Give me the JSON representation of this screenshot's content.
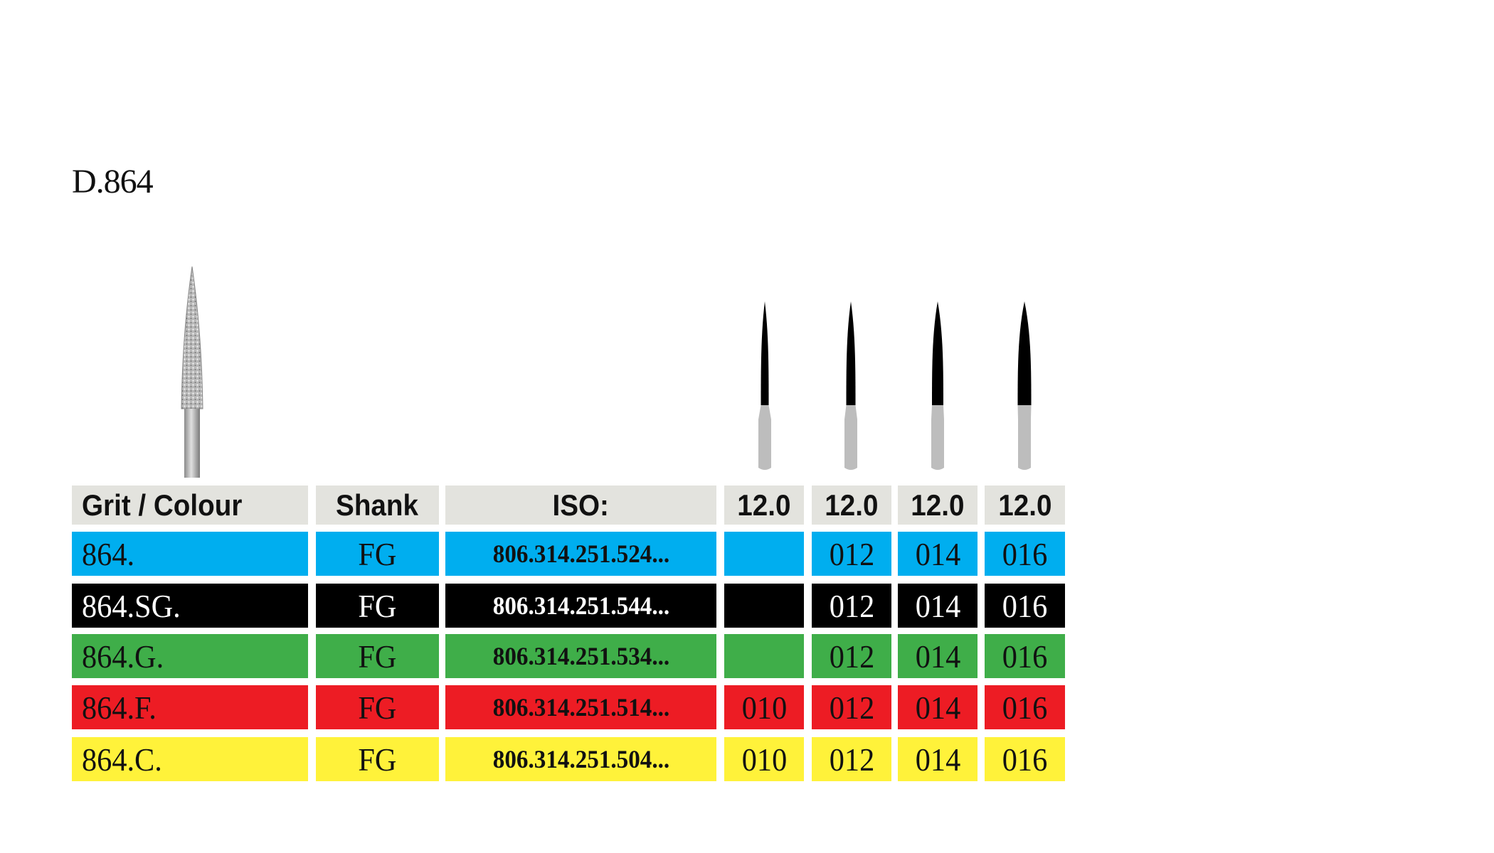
{
  "title": "D.864",
  "colors": {
    "header": "#e3e3de",
    "blue": "#00aeef",
    "black": "#000000",
    "green": "#3fae49",
    "red": "#ed1c24",
    "yellow": "#fff23a"
  },
  "table": {
    "headers": [
      "Grit / Colour",
      "Shank",
      "ISO:",
      "12.0",
      "12.0",
      "12.0",
      "12.0"
    ],
    "rows": [
      {
        "grit": "864.",
        "shank": "FG",
        "iso": "806.314.251.524...",
        "sizes": [
          "",
          "012",
          "014",
          "016"
        ],
        "bg": "#00aeef",
        "fg": "#111111"
      },
      {
        "grit": "864.SG.",
        "shank": "FG",
        "iso": "806.314.251.544...",
        "sizes": [
          "",
          "012",
          "014",
          "016"
        ],
        "bg": "#000000",
        "fg": "#ffffff"
      },
      {
        "grit": "864.G.",
        "shank": "FG",
        "iso": "806.314.251.534...",
        "sizes": [
          "",
          "012",
          "014",
          "016"
        ],
        "bg": "#3fae49",
        "fg": "#111111"
      },
      {
        "grit": "864.F.",
        "shank": "FG",
        "iso": "806.314.251.514...",
        "sizes": [
          "010",
          "012",
          "014",
          "016"
        ],
        "bg": "#ed1c24",
        "fg": "#111111"
      },
      {
        "grit": "864.C.",
        "shank": "FG",
        "iso": "806.314.251.504...",
        "sizes": [
          "010",
          "012",
          "014",
          "016"
        ],
        "bg": "#fff23a",
        "fg": "#111111"
      }
    ]
  }
}
